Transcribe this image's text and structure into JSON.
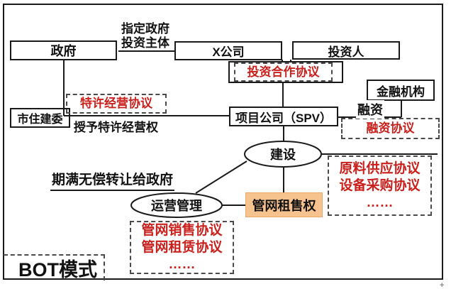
{
  "diagram": {
    "title": "BOT模式",
    "nodes": {
      "government": "政府",
      "x_company": "X公司",
      "investor": "投资人",
      "housing_committee": "市住建委",
      "spv": "项目公司（SPV）",
      "financial_institution": "金融机构",
      "build": "建设",
      "operation": "运营管理",
      "pipeline_right": "管网租售权"
    },
    "agreements": {
      "franchise": "特许经营协议",
      "investment": "投资合作协议",
      "financing": "融资协议",
      "supply_lines": [
        "原料供应协议",
        "设备采购协议",
        "……"
      ],
      "pipeline_lines": [
        "管网销售协议",
        "管网租赁协议",
        "……"
      ]
    },
    "labels": {
      "designate_line1": "指定政府",
      "designate_line2": "投资主体",
      "grant_franchise": "授予特许经营权",
      "financing": "融资",
      "transfer": "期满无偿转让给政府",
      "cursor_artifact": "+"
    },
    "colors": {
      "red_text": "#C9201C",
      "orange_fill": "#F6C28E",
      "line_black": "#1A1A1A",
      "dash_border": "#4A4A4A"
    }
  }
}
